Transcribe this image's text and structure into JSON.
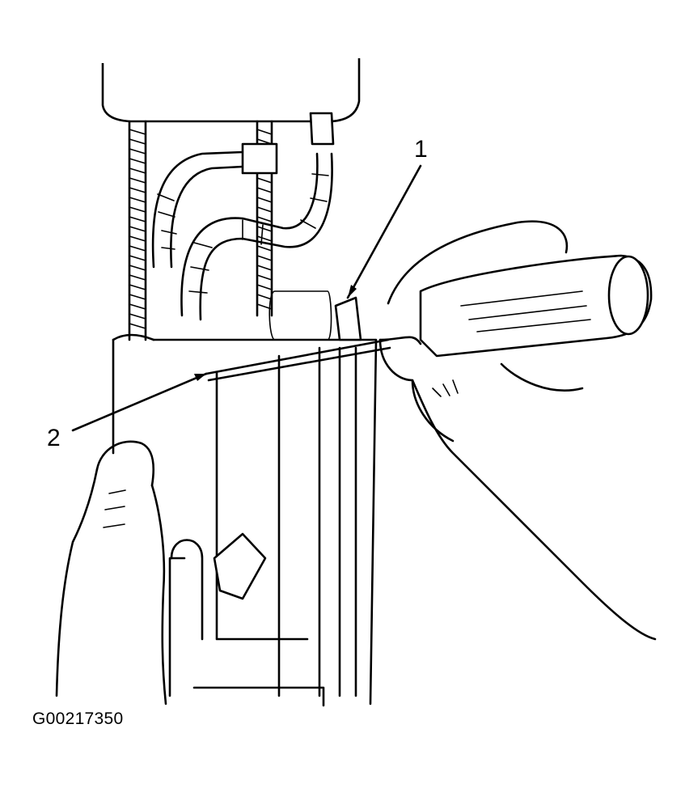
{
  "figure": {
    "callouts": [
      {
        "id": "1",
        "label": "1"
      },
      {
        "id": "2",
        "label": "2"
      }
    ],
    "figure_id": "G00217350"
  },
  "colors": {
    "line": "#000000",
    "background": "#ffffff"
  }
}
